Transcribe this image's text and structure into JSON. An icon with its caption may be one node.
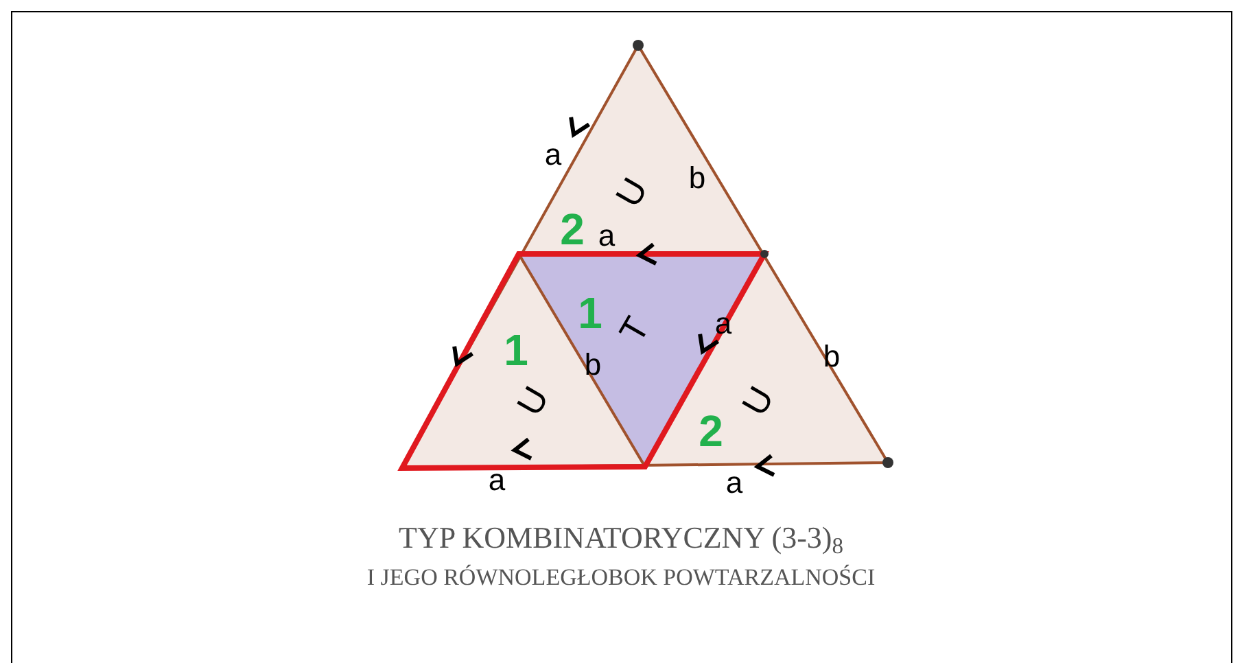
{
  "diagram": {
    "caption": "TYP KOMBINATORYCZNY (3-3)$_{8}$",
    "labels": [
      "a",
      "b",
      "U",
      "2",
      "a",
      "1",
      "1",
      "T",
      "a",
      "b",
      "b",
      "U",
      "U",
      "2",
      "a",
      "a",
      "I JEGO RÓWNOLEGŁOBOK POWTARZALNOŚCI"
    ]
  }
}
